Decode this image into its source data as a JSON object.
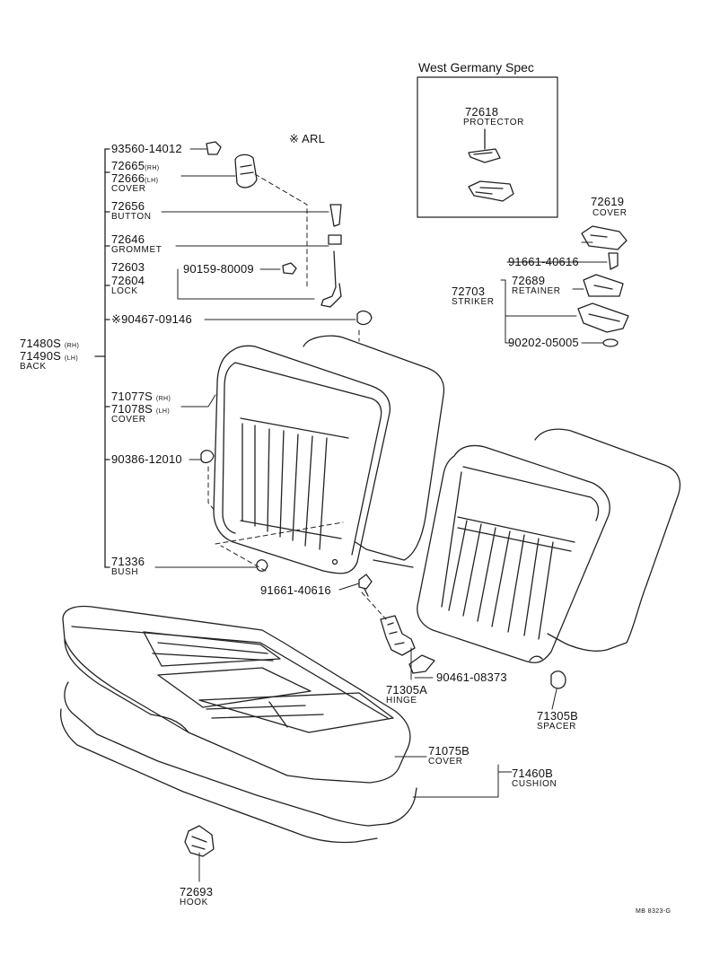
{
  "spec_box": {
    "title": "West Germany Spec",
    "protector_part": "72618",
    "protector_name": "PROTECTOR"
  },
  "arl_note": "※ ARL",
  "callouts": {
    "p93560": "93560-14012",
    "p72665": "72665",
    "p72665_side": "(RH)",
    "p72666": "72666",
    "p72666_side": "(LH)",
    "cover_a": "COVER",
    "p72656": "72656",
    "button": "BUTTON",
    "p72646": "72646",
    "grommet": "GROMMET",
    "p72603": "72603",
    "p72604": "72604",
    "lock": "LOCK",
    "p90159": "90159-80009",
    "p90467": "※90467-09146",
    "p71480": "71480S",
    "p71480_side": "(RH)",
    "p71490": "71490S",
    "p71490_side": "(LH)",
    "back": "BACK",
    "p71077": "71077S",
    "p71077_side": "(RH)",
    "p71078": "71078S",
    "p71078_side": "(LH)",
    "cover_b": "COVER",
    "p90386": "90386-12010",
    "p71336": "71336",
    "bush": "BUSH",
    "p91661_hinge": "91661-40616",
    "p90461": "90461-08373",
    "p71305a": "71305A",
    "hinge": "HINGE",
    "p72619": "72619",
    "cover_c": "COVER",
    "p91661_striker": "91661-40616",
    "p72689": "72689",
    "retainer": "RETAINER",
    "p72703": "72703",
    "striker": "STRIKER",
    "p90202": "90202-05005",
    "p71305b": "71305B",
    "spacer": "SPACER",
    "p71075b": "71075B",
    "cover_d": "COVER",
    "p71460b": "71460B",
    "cushion": "CUSHION",
    "p72693": "72693",
    "hook": "HOOK"
  },
  "drawing_code": "MB 8323-G"
}
